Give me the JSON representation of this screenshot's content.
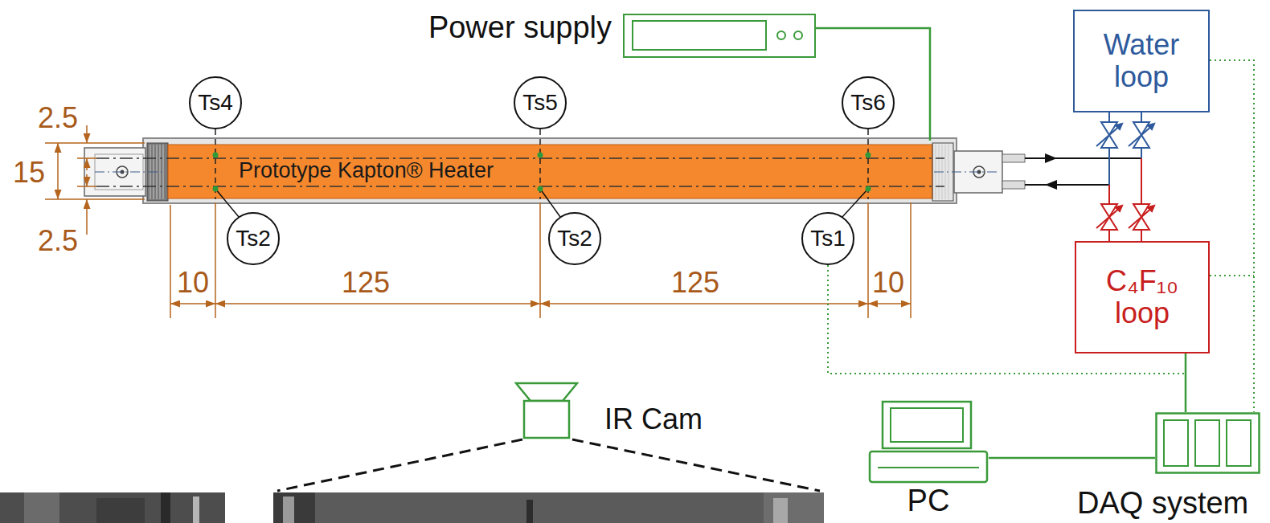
{
  "diagram": {
    "nodes": [
      {
        "text": [
          "Power supply"
        ]
      },
      {
        "text": [
          "Water loop"
        ]
      },
      {
        "text": [
          "Ts4"
        ]
      },
      {
        "text": [
          "Ts5"
        ]
      },
      {
        "text": [
          "Ts6"
        ]
      },
      {
        "text": [
          "Prototype Kapton® Heater"
        ]
      },
      {
        "text": [
          "Ts2"
        ]
      },
      {
        "text": [
          "Ts2"
        ]
      },
      {
        "text": [
          "Ts1"
        ]
      },
      {
        "text": [
          "C₄F₁₀ loop"
        ]
      },
      {
        "text": [
          "IR Cam"
        ]
      },
      {
        "text": [
          "PC"
        ]
      },
      {
        "text": [
          "DAQ system"
        ]
      }
    ],
    "edges": [
      {
        "from": 0,
        "to": 5,
        "arrow": "none"
      },
      {
        "from": 5,
        "to": 1,
        "arrow": "none"
      },
      {
        "from": 5,
        "to": 9,
        "arrow": "none"
      },
      {
        "from": 8,
        "to": 12,
        "arrow": "none"
      },
      {
        "from": 1,
        "to": 12,
        "arrow": "none"
      },
      {
        "from": 9,
        "to": 12,
        "arrow": "none"
      },
      {
        "from": 11,
        "to": 12,
        "arrow": "none"
      }
    ],
    "labels": [
      "2.5",
      "15",
      "2.5",
      "10",
      "125",
      "125",
      "10"
    ]
  }
}
